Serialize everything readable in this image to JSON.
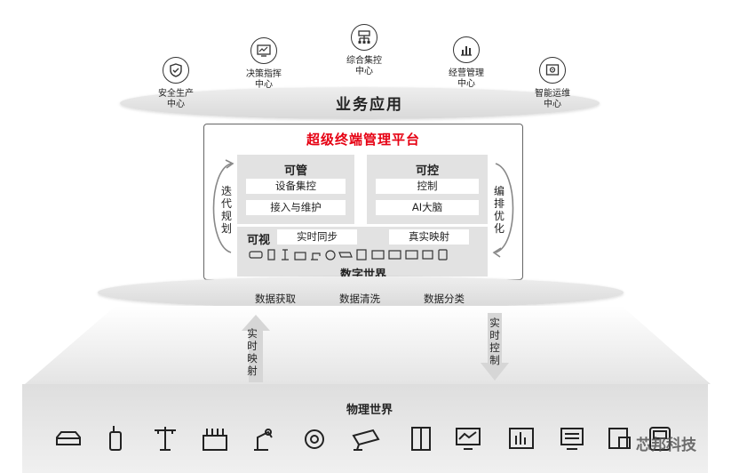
{
  "business": {
    "title": "业务应用",
    "hubs": [
      {
        "label": "安全生产\n中心",
        "icon": "shield-check-icon"
      },
      {
        "label": "决策指挥\n中心",
        "icon": "monitor-chart-icon"
      },
      {
        "label": "综合集控\n中心",
        "icon": "network-hierarchy-icon"
      },
      {
        "label": "经营管理\n中心",
        "icon": "bar-chart-icon"
      },
      {
        "label": "智能运维\n中心",
        "icon": "gear-screen-icon"
      }
    ]
  },
  "platform": {
    "title": "超级终端管理平台",
    "manage": {
      "title": "可管",
      "items": [
        "设备集控",
        "接入与维护"
      ]
    },
    "control": {
      "title": "可控",
      "items": [
        "控制",
        "AI大脑"
      ]
    },
    "visual": {
      "title": "可视",
      "items": [
        "实时同步",
        "真实映射"
      ]
    },
    "left_label": "迭\n代\n规\n划",
    "right_label": "编\n排\n优\n化",
    "digital_world": "数字世界"
  },
  "data_layer": {
    "items": [
      "数据获取",
      "数据清洗",
      "数据分类"
    ]
  },
  "arrows": {
    "up_label": "实\n时\n映\n射",
    "down_label": "实\n时\n控\n制"
  },
  "physical": {
    "title": "物理世界",
    "icons": [
      "car-icon",
      "walkie-talkie-icon",
      "power-tower-icon",
      "factory-icon",
      "robot-arm-icon",
      "drone-icon",
      "camera-icon",
      "cabinet-icon",
      "monitor-icon",
      "chart-screen-icon",
      "display-icon",
      "device-icon",
      "meter-icon"
    ]
  },
  "watermark": "芯邦科技"
}
